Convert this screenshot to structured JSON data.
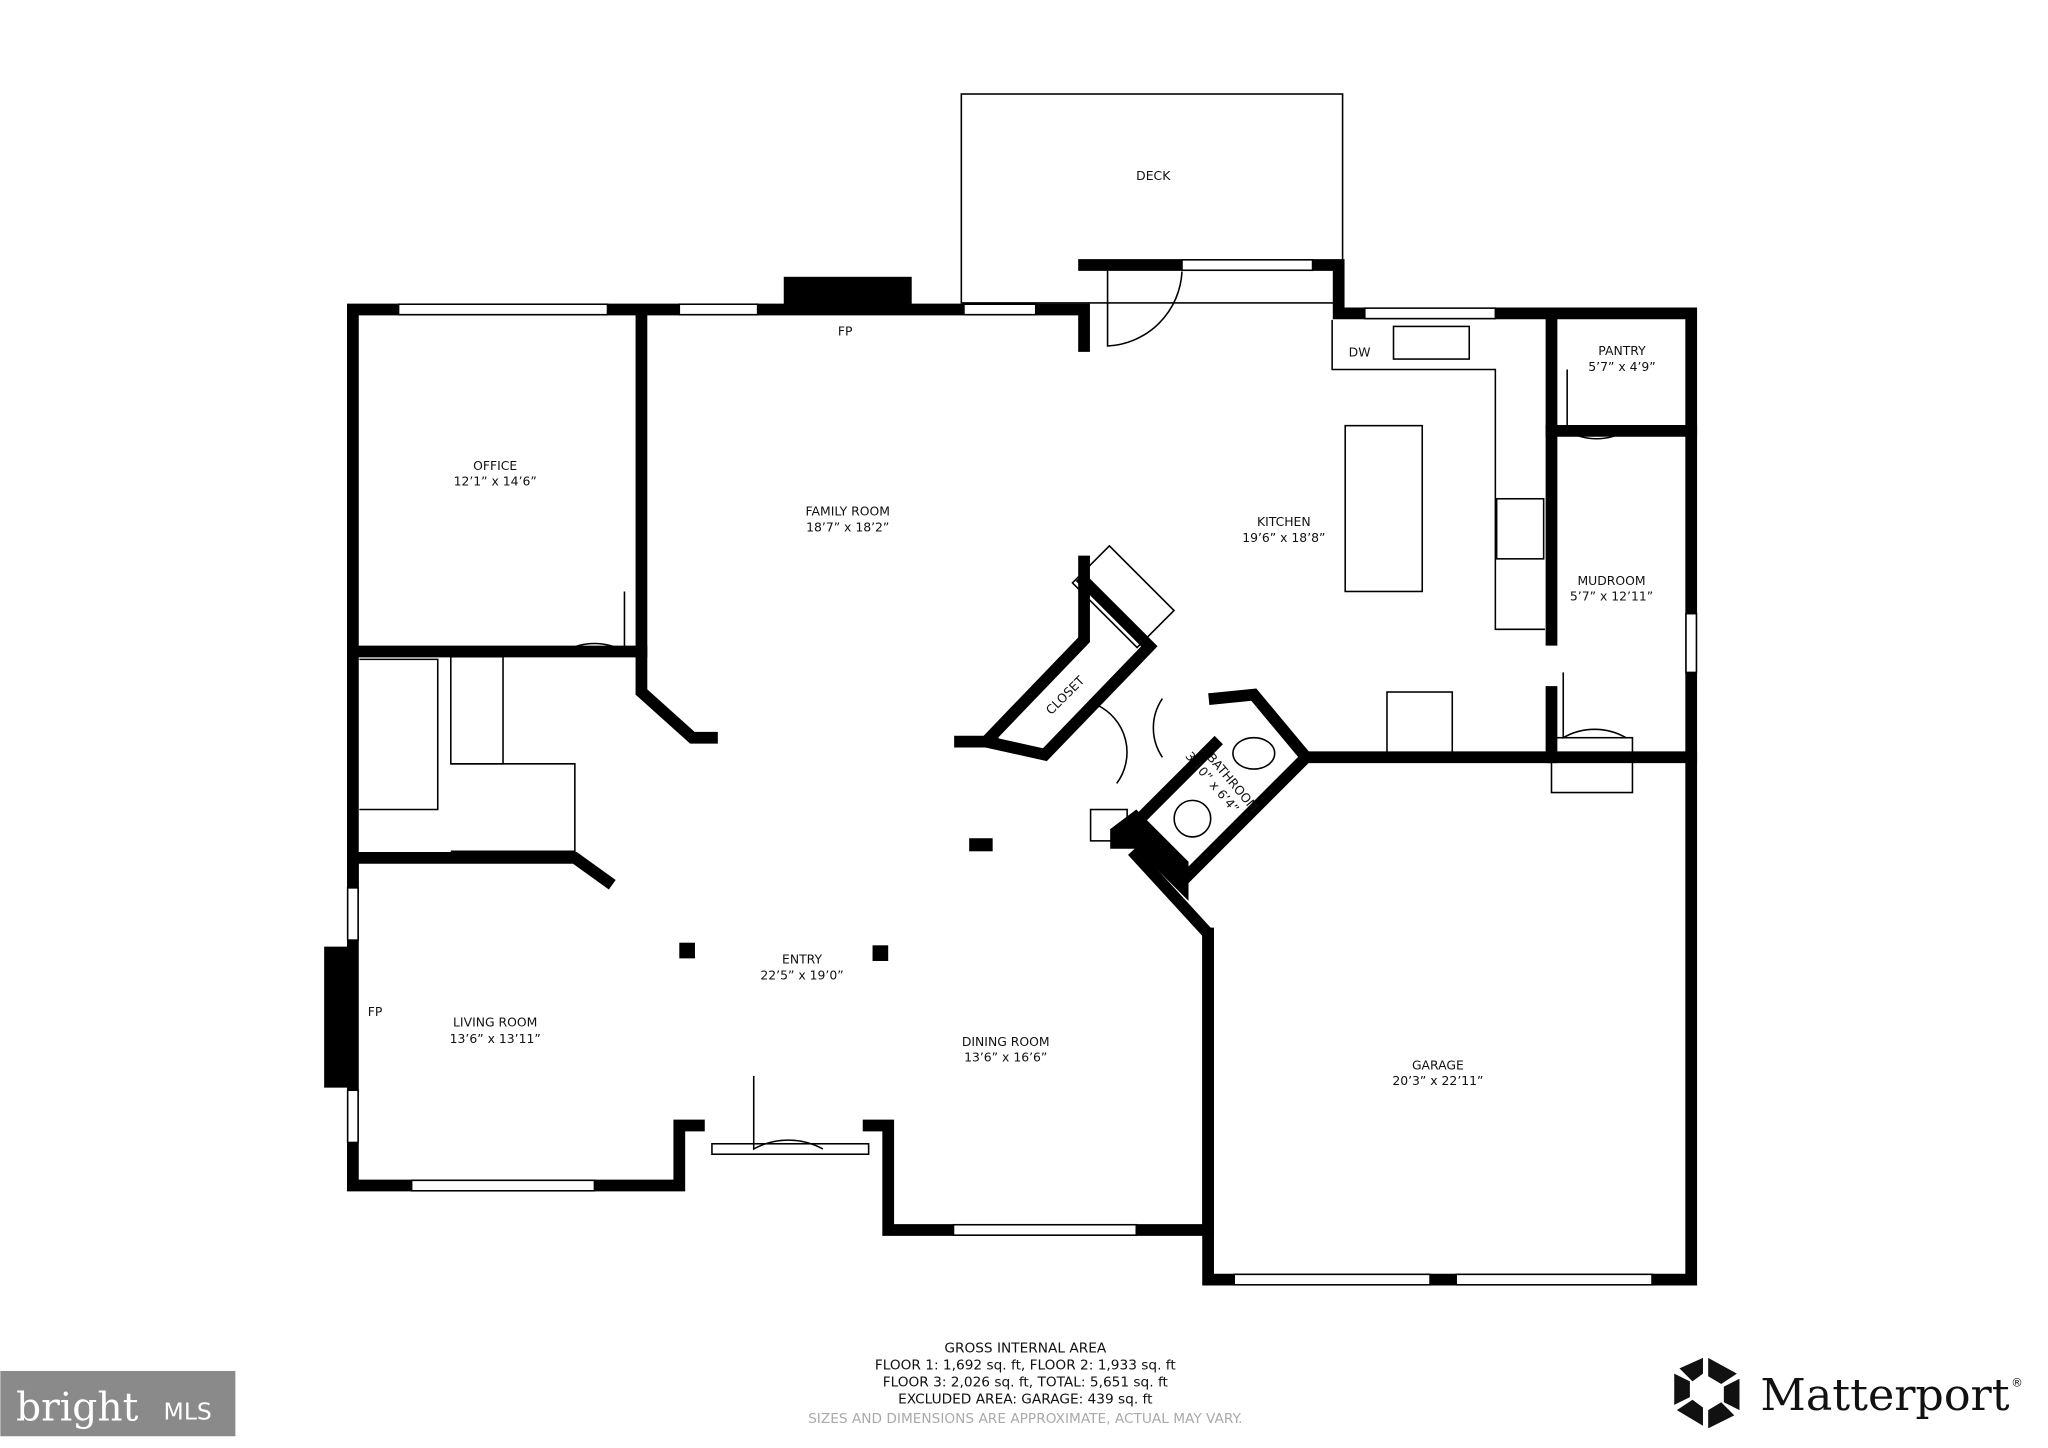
{
  "rooms": {
    "deck": {
      "name": "DECK"
    },
    "fireplace_family": {
      "name": "FP"
    },
    "office": {
      "name": "OFFICE",
      "size": "12’1” x 14’6”"
    },
    "family_room": {
      "name": "FAMILY ROOM",
      "size": "18’7” x 18’2”"
    },
    "kitchen": {
      "name": "KITCHEN",
      "size": "19’6” x 18’8”"
    },
    "dishwasher": {
      "name": "DW"
    },
    "pantry": {
      "name": "PANTRY",
      "size": "5’7” x 4’9”"
    },
    "mudroom": {
      "name": "MUDROOM",
      "size": "5’7” x 12’11”"
    },
    "closet": {
      "name": "CLOSET"
    },
    "bathroom": {
      "name": "BATHROOM",
      "size": "3’10” x 6’4”"
    },
    "entry": {
      "name": "ENTRY",
      "size": "22’5” x 19’0”"
    },
    "fireplace_living": {
      "name": "FP"
    },
    "living_room": {
      "name": "LIVING ROOM",
      "size": "13’6” x 13’11”"
    },
    "dining_room": {
      "name": "DINING ROOM",
      "size": "13’6” x 16’6”"
    },
    "garage": {
      "name": "GARAGE",
      "size": "20’3” x 22’11”"
    }
  },
  "footer": {
    "title": "GROSS INTERNAL AREA",
    "line1": "FLOOR 1: 1,692 sq. ft, FLOOR 2: 1,933 sq. ft",
    "line2": "FLOOR 3: 2,026 sq. ft, TOTAL: 5,651 sq. ft",
    "line3": "EXCLUDED AREA: GARAGE: 439 sq. ft",
    "disclaimer": "SIZES AND DIMENSIONS ARE APPROXIMATE, ACTUAL MAY VARY."
  },
  "logos": {
    "bright": {
      "text": "bright",
      "suffix": "MLS",
      "bg": "#8a8a8a"
    },
    "matterport": {
      "text": "Matterport",
      "mark": "®"
    }
  }
}
